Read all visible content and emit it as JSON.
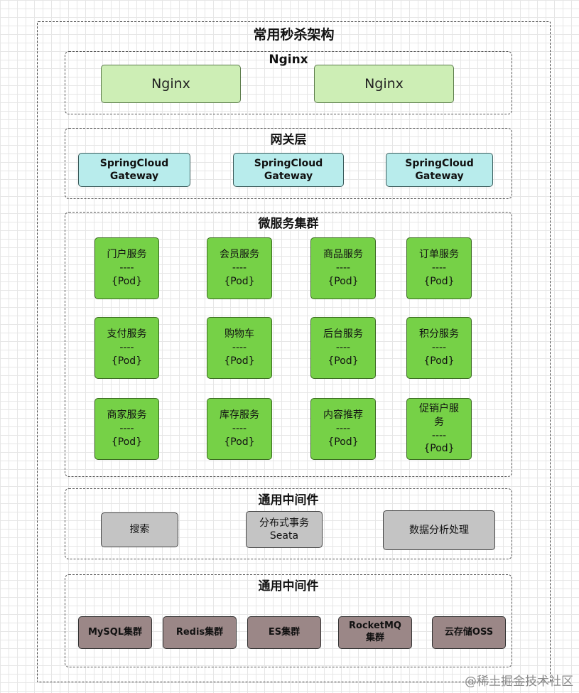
{
  "diagram": {
    "title": "常用秒杀架构",
    "sections": {
      "nginx": {
        "title": "Nginx",
        "nodes": [
          "Nginx",
          "Nginx"
        ]
      },
      "gateway": {
        "title": "网关层",
        "nodes": [
          "SpringCloud\nGateway",
          "SpringCloud\nGateway",
          "SpringCloud\nGateway"
        ]
      },
      "services": {
        "title": "微服务集群",
        "nodes": [
          "门户服务\n----\n{Pod}",
          "会员服务\n----\n{Pod}",
          "商品服务\n----\n{Pod}",
          "订单服务\n----\n{Pod}",
          "支付服务\n----\n{Pod}",
          "购物车\n----\n{Pod}",
          "后台服务\n----\n{Pod}",
          "积分服务\n----\n{Pod}",
          "商家服务\n----\n{Pod}",
          "库存服务\n----\n{Pod}",
          "内容推荐\n----\n{Pod}",
          "促销户服\n务\n----\n{Pod}"
        ]
      },
      "middleware": {
        "title": "通用中间件",
        "nodes": [
          "搜索",
          "分布式事务\nSeata",
          "数据分析处理"
        ]
      },
      "storage": {
        "title": "通用中间件",
        "nodes": [
          "MySQL集群",
          "Redis集群",
          "ES集群",
          "RocketMQ\n集群",
          "云存储OSS"
        ]
      }
    }
  },
  "watermark": "@稀土掘金技术社区"
}
